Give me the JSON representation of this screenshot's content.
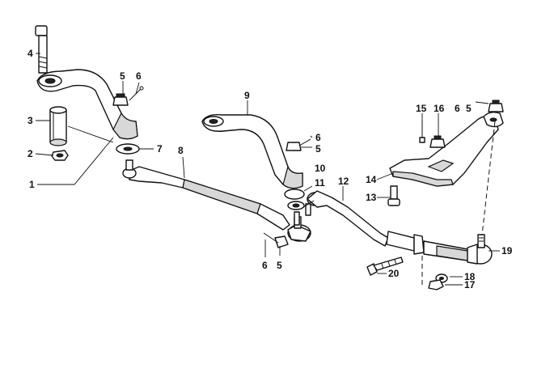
{
  "callouts": {
    "n1": "1",
    "n2": "2",
    "n3": "3",
    "n4": "4",
    "n5a": "5",
    "n6a": "6",
    "n7": "7",
    "n8": "8",
    "n9": "9",
    "n6b": "6",
    "n5b": "5",
    "n10": "10",
    "n11": "11",
    "n12": "12",
    "n6c": "6",
    "n5c": "5",
    "n15": "15",
    "n16": "16",
    "n6d": "6",
    "n5d": "5",
    "n14": "14",
    "n13": "13",
    "n19": "19",
    "n20": "20",
    "n18": "18",
    "n17": "17"
  }
}
